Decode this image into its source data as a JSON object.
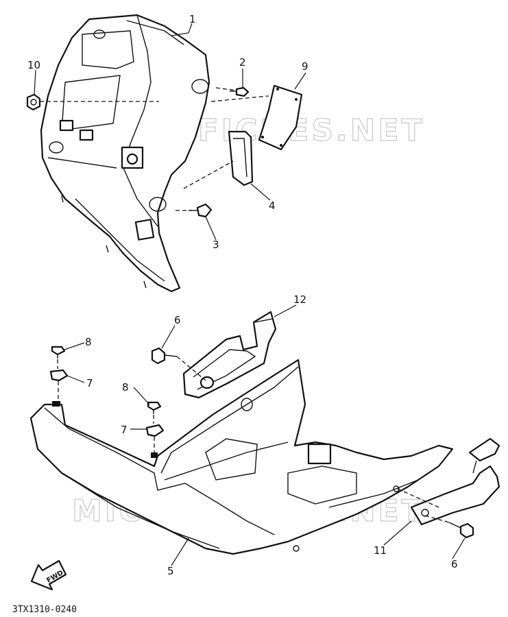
{
  "watermark": {
    "text": "MICROFICHES.NET"
  },
  "callouts": {
    "p1": "1",
    "p2": "2",
    "p3": "3",
    "p4": "4",
    "p5": "5",
    "p6a": "6",
    "p6b": "6",
    "p7a": "7",
    "p7b": "7",
    "p8a": "8",
    "p8b": "8",
    "p9": "9",
    "p10": "10",
    "p11": "11",
    "p12": "12"
  },
  "direction_tag": "FWD",
  "diagram_code": "3TX1310-0240",
  "colors": {
    "ink": "#111111",
    "paper": "#ffffff",
    "watermark": "#c8c8c8"
  }
}
